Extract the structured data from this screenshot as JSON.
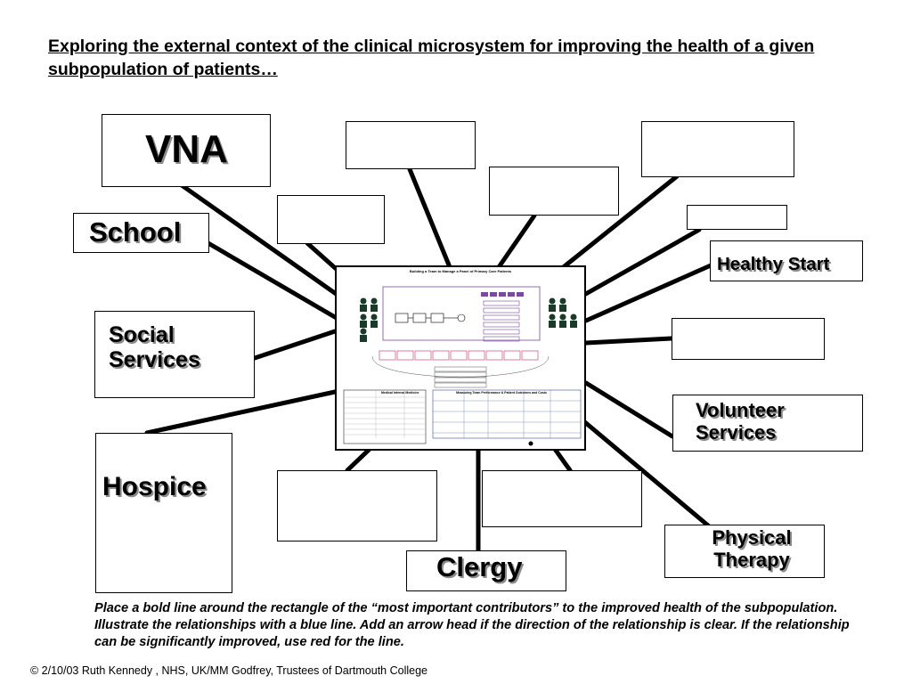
{
  "title": "Exploring the external context of the clinical microsystem for improving the health of a given subpopulation of patients…",
  "contributors": {
    "vna": "VNA",
    "school": "School",
    "healthy_start": "Healthy Start",
    "social_services": "Social Services",
    "volunteer_services": "Volunteer Services",
    "hospice": "Hospice",
    "physical_therapy": "Physical Therapy",
    "clergy": "Clergy"
  },
  "center_image": {
    "heading": "Building a Team to Manage a Panel of Primary Care Patients",
    "table_heading": "Measuring Team Performance & Patient Outcomes and Costs",
    "left_heading": "Medical Internal Medicine"
  },
  "instructions": "Place a bold line around the rectangle of the “most important contributors” to the improved health of the subpopulation.  Illustrate the relationships with a blue line.  Add an arrow head if the direction of the relationship is clear.  If the relationship can be significantly improved, use red for the line.",
  "footer": "© 2/10/03 Ruth Kennedy , NHS, UK/MM Godfrey, Trustees of Dartmouth College",
  "colors": {
    "line": "#000000",
    "shadow": "#8c8c8c"
  }
}
